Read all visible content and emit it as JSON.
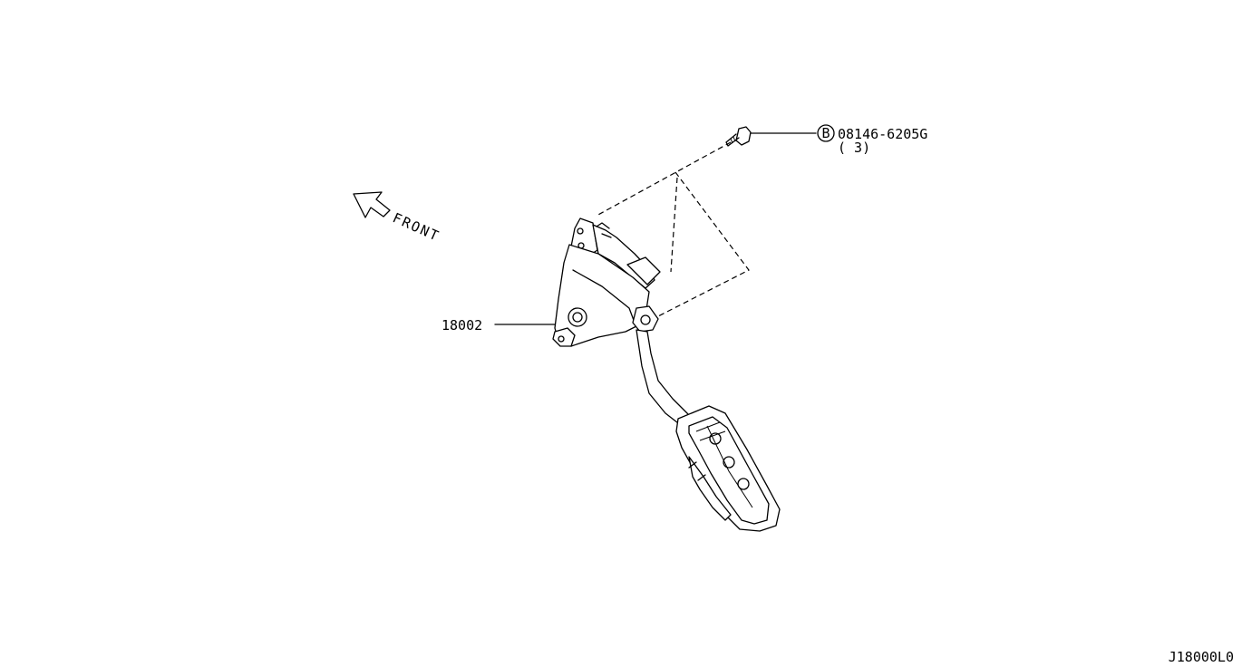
{
  "front_label": "FRONT",
  "callouts": {
    "pedal_part": "18002",
    "bolt_marker": "B",
    "bolt_part": "08146-6205G",
    "bolt_qty": "( 3)"
  },
  "diagram_code": "J18000L0",
  "colors": {
    "ink": "#000000",
    "paper": "#ffffff"
  }
}
